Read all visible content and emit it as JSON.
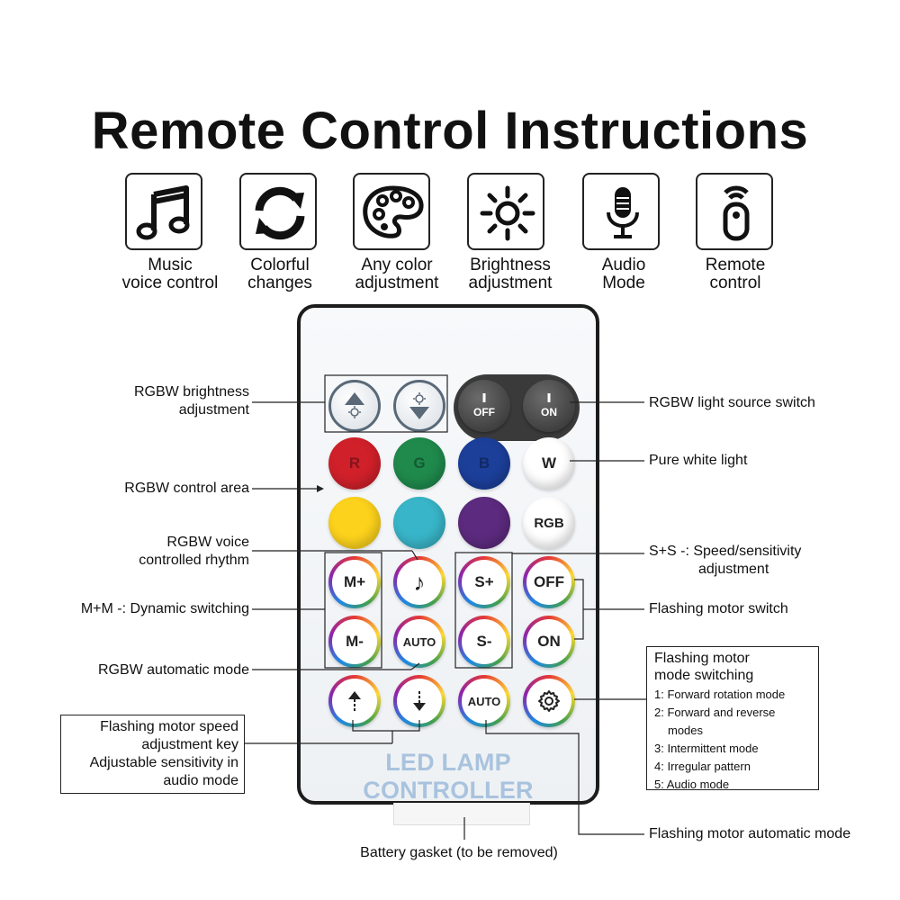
{
  "title": "Remote Control Instructions",
  "features": [
    {
      "icon": "music-note-icon",
      "line1": "Music",
      "line2": "voice control"
    },
    {
      "icon": "refresh-cycle-icon",
      "line1": "Colorful",
      "line2": "changes"
    },
    {
      "icon": "paint-palette-icon",
      "line1": "Any color",
      "line2": "adjustment"
    },
    {
      "icon": "sun-brightness-icon",
      "line1": "Brightness",
      "line2": "adjustment"
    },
    {
      "icon": "microphone-icon",
      "line1": "Audio",
      "line2": "Mode"
    },
    {
      "icon": "remote-control-icon",
      "line1": "Remote",
      "line2": "control"
    }
  ],
  "remote": {
    "label": "LED LAMP CONTROLLER",
    "keys": {
      "off": "OFF",
      "on": "ON",
      "r": "R",
      "g": "G",
      "b": "B",
      "w": "W",
      "rgb": "RGB",
      "m_plus": "M+",
      "music": "♪",
      "s_plus": "S+",
      "motor_off": "OFF",
      "m_minus": "M-",
      "auto": "AUTO",
      "s_minus": "S-",
      "motor_on": "ON",
      "auto2": "AUTO"
    },
    "colors": {
      "red": "#d0202a",
      "green": "#1f8a4c",
      "blue": "#1c3f9a",
      "white": "#ffffff",
      "yellow": "#fcd21c",
      "cyan": "#38b5c8",
      "purple": "#5c2a7e",
      "rgb_bg": "#ffffff"
    }
  },
  "annotations": {
    "brightness": {
      "line1": "RGBW brightness",
      "line2": "adjustment"
    },
    "control_area": "RGBW control area",
    "voice_rhythm": {
      "line1": "RGBW voice",
      "line2": "controlled rhythm"
    },
    "dynamic": "M+M -: Dynamic switching",
    "automatic": "RGBW automatic mode",
    "motor_speed": {
      "line1": "Flashing motor speed",
      "line2": "adjustment key",
      "line3": "Adjustable sensitivity in",
      "line4": "audio mode"
    },
    "light_switch": "RGBW light source switch",
    "pure_white": "Pure white light",
    "speed": {
      "line1": "S+S -: Speed/sensitivity",
      "line2": "adjustment"
    },
    "motor_switch": "Flashing motor switch",
    "motor_mode": {
      "title1": "Flashing motor",
      "title2": "mode switching",
      "items": [
        "1: Forward rotation mode",
        "2: Forward and reverse",
        "modes",
        "3: Intermittent mode",
        "4: Irregular pattern",
        "5: Audio mode"
      ]
    },
    "motor_auto": "Flashing motor automatic mode",
    "gasket": "Battery gasket (to be removed)"
  }
}
